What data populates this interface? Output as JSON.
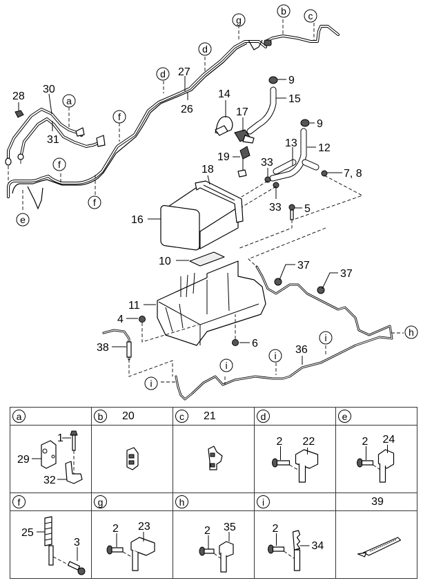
{
  "diagram": {
    "title": "Fuel vapor canister and fuel lines exploded parts diagram",
    "part_labels": [
      {
        "id": "p1",
        "text": "9"
      },
      {
        "id": "p2",
        "text": "15"
      },
      {
        "id": "p3",
        "text": "14"
      },
      {
        "id": "p4",
        "text": "17"
      },
      {
        "id": "p5",
        "text": "9"
      },
      {
        "id": "p6",
        "text": "13"
      },
      {
        "id": "p7",
        "text": "12"
      },
      {
        "id": "p8",
        "text": "19"
      },
      {
        "id": "p9",
        "text": "33"
      },
      {
        "id": "p10",
        "text": "7, 8"
      },
      {
        "id": "p11",
        "text": "18"
      },
      {
        "id": "p12",
        "text": "33"
      },
      {
        "id": "p13",
        "text": "5"
      },
      {
        "id": "p14",
        "text": "16"
      },
      {
        "id": "p15",
        "text": "10"
      },
      {
        "id": "p16",
        "text": "37"
      },
      {
        "id": "p17",
        "text": "37"
      },
      {
        "id": "p18",
        "text": "11"
      },
      {
        "id": "p19",
        "text": "4"
      },
      {
        "id": "p20",
        "text": "6"
      },
      {
        "id": "p21",
        "text": "38"
      },
      {
        "id": "p22",
        "text": "36"
      },
      {
        "id": "p23",
        "text": "28"
      },
      {
        "id": "p24",
        "text": "30"
      },
      {
        "id": "p25",
        "text": "31"
      },
      {
        "id": "p26",
        "text": "27"
      },
      {
        "id": "p27",
        "text": "26"
      }
    ],
    "callouts": [
      {
        "id": "c1",
        "letter": "g"
      },
      {
        "id": "c2",
        "letter": "b"
      },
      {
        "id": "c3",
        "letter": "c"
      },
      {
        "id": "c4",
        "letter": "d"
      },
      {
        "id": "c5",
        "letter": "d"
      },
      {
        "id": "c6",
        "letter": "a"
      },
      {
        "id": "c7",
        "letter": "f"
      },
      {
        "id": "c8",
        "letter": "f"
      },
      {
        "id": "c9",
        "letter": "f"
      },
      {
        "id": "c10",
        "letter": "e"
      },
      {
        "id": "c11",
        "letter": "h"
      },
      {
        "id": "c12",
        "letter": "i"
      },
      {
        "id": "c13",
        "letter": "i"
      },
      {
        "id": "c14",
        "letter": "i"
      },
      {
        "id": "c15",
        "letter": "i"
      }
    ]
  },
  "legend": {
    "cells": [
      {
        "letter": "a",
        "part_number": "",
        "labels": [
          "1",
          "29",
          "32"
        ]
      },
      {
        "letter": "b",
        "part_number": "20",
        "labels": []
      },
      {
        "letter": "c",
        "part_number": "21",
        "labels": []
      },
      {
        "letter": "d",
        "part_number": "",
        "labels": [
          "2",
          "22"
        ]
      },
      {
        "letter": "e",
        "part_number": "",
        "labels": [
          "2",
          "24"
        ]
      },
      {
        "letter": "f",
        "part_number": "",
        "labels": [
          "25",
          "3"
        ]
      },
      {
        "letter": "g",
        "part_number": "",
        "labels": [
          "2",
          "23"
        ]
      },
      {
        "letter": "h",
        "part_number": "",
        "labels": [
          "2",
          "35"
        ]
      },
      {
        "letter": "i",
        "part_number": "",
        "labels": [
          "2",
          "34"
        ]
      },
      {
        "letter": "",
        "part_number": "39",
        "labels": []
      }
    ]
  }
}
